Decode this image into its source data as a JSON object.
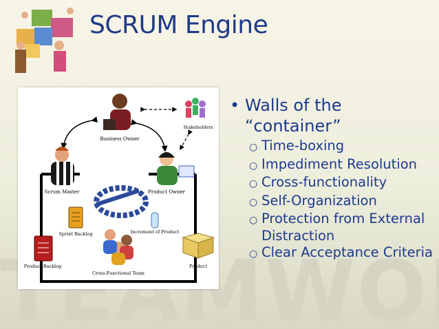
{
  "slide": {
    "title": "SCRUM Engine",
    "watermark": "TEAMWORK",
    "bullet": "Walls of the “container”",
    "sub_bullets": [
      "Time-boxing",
      "Impediment Resolution",
      "Cross-functionality",
      "Self-Organization",
      "Protection from External Distraction",
      "Clear Acceptance Criteria"
    ]
  },
  "diagram": {
    "labels": {
      "business_owner": "Business Owner",
      "stakeholders": "Stakeholders",
      "scrum_master": "Scrum Master",
      "product_owner": "Product Owner",
      "sprint_backlog": "Sprint Backlog",
      "increment": "Increment of Product",
      "product_backlog": "Product Backlog",
      "product": "Product",
      "team": "Cross-Functional Team"
    }
  }
}
